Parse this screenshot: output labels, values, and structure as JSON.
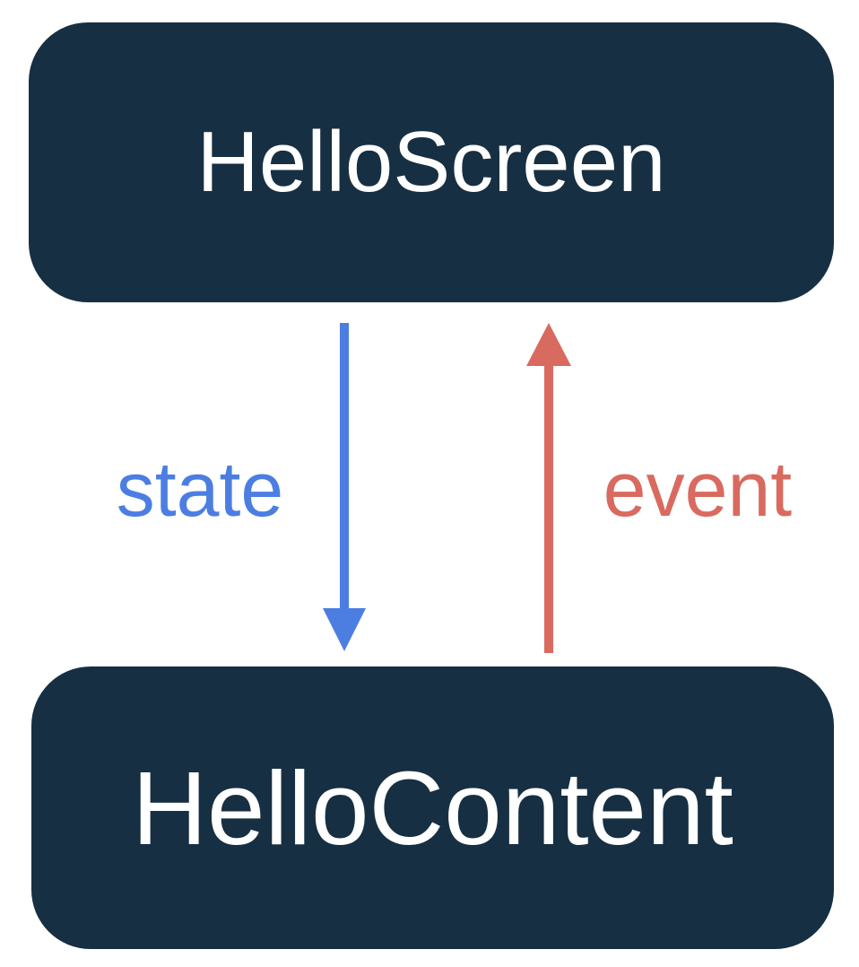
{
  "diagram": {
    "colors": {
      "background": "#ffffff",
      "node_fill": "#172F42",
      "node_text": "#ffffff",
      "state_arrow": "#4C7EE2",
      "event_arrow": "#D96A5F"
    },
    "nodes": [
      {
        "id": "screen",
        "label": "HelloScreen"
      },
      {
        "id": "content",
        "label": "HelloContent"
      }
    ],
    "arrows": [
      {
        "id": "state",
        "label": "state",
        "direction": "down",
        "color": "#4C7EE2"
      },
      {
        "id": "event",
        "label": "event",
        "direction": "up",
        "color": "#D96A5F"
      }
    ]
  }
}
